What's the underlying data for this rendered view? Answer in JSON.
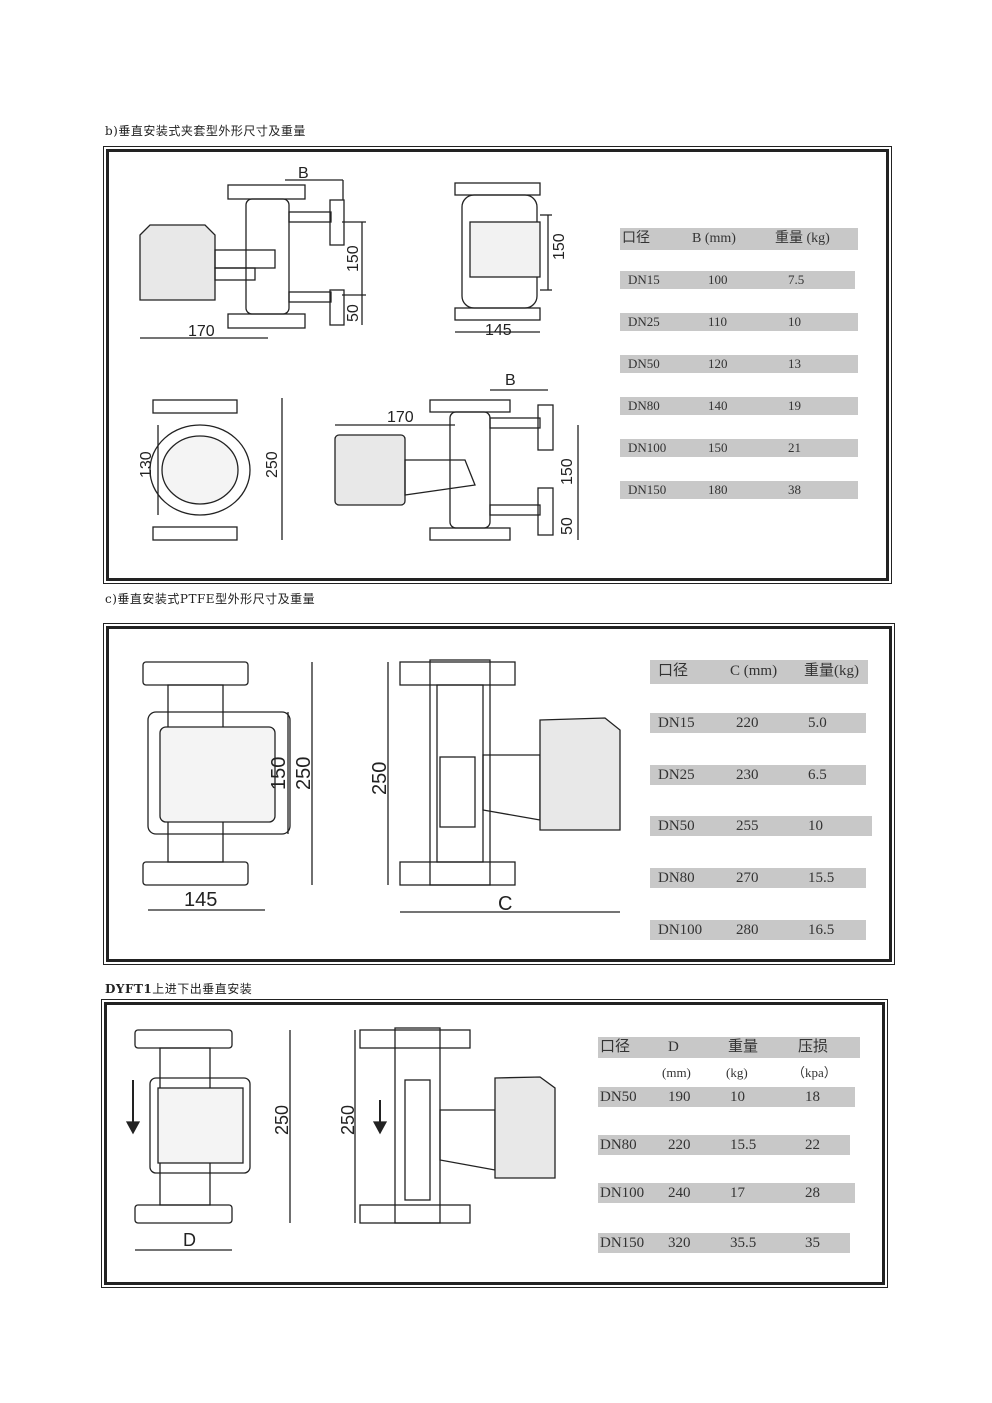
{
  "section_b": {
    "heading": "b)垂直安装式夹套型外形尺寸及重量",
    "dims": {
      "B_top": "B",
      "d150": "150",
      "d50": "50",
      "d170": "170",
      "d145": "145",
      "d130": "130",
      "d250": "250",
      "B_bottom": "B",
      "d170b": "170",
      "d150b": "150",
      "d50b": "50"
    },
    "table": {
      "headers": [
        "口径",
        "B (mm)",
        "重量 (kg)"
      ],
      "rows": [
        [
          "DN15",
          "100",
          "7.5"
        ],
        [
          "DN25",
          "110",
          "10"
        ],
        [
          "DN50",
          "120",
          "13"
        ],
        [
          "DN80",
          "140",
          "19"
        ],
        [
          "DN100",
          "150",
          "21"
        ],
        [
          "DN150",
          "180",
          "38"
        ]
      ]
    }
  },
  "section_c": {
    "heading": "c)垂直安装式PTFE型外形尺寸及重量",
    "dims": {
      "d150": "150",
      "d250": "250",
      "d145": "145",
      "d250b": "250",
      "C": "C"
    },
    "table": {
      "headers": [
        "口径",
        "C (mm)",
        "重量(kg)"
      ],
      "rows": [
        [
          "DN15",
          "220",
          "5.0"
        ],
        [
          "DN25",
          "230",
          "6.5"
        ],
        [
          "DN50",
          "255",
          "10"
        ],
        [
          "DN80",
          "270",
          "15.5"
        ],
        [
          "DN100",
          "280",
          "16.5"
        ]
      ]
    }
  },
  "section_d": {
    "heading_bold": "DYFT1",
    "heading_rest": "上进下出垂直安装",
    "dims": {
      "d250": "250",
      "D": "D",
      "d250b": "250"
    },
    "table": {
      "headers": [
        "口径",
        "D",
        "重量",
        "压损"
      ],
      "units": [
        "(mm)",
        "(kg)",
        "（kpa）"
      ],
      "rows": [
        [
          "DN50",
          "190",
          "10",
          "18"
        ],
        [
          "DN80",
          "220",
          "15.5",
          "22"
        ],
        [
          "DN100",
          "240",
          "17",
          "28"
        ],
        [
          "DN150",
          "320",
          "35.5",
          "35"
        ]
      ]
    }
  }
}
